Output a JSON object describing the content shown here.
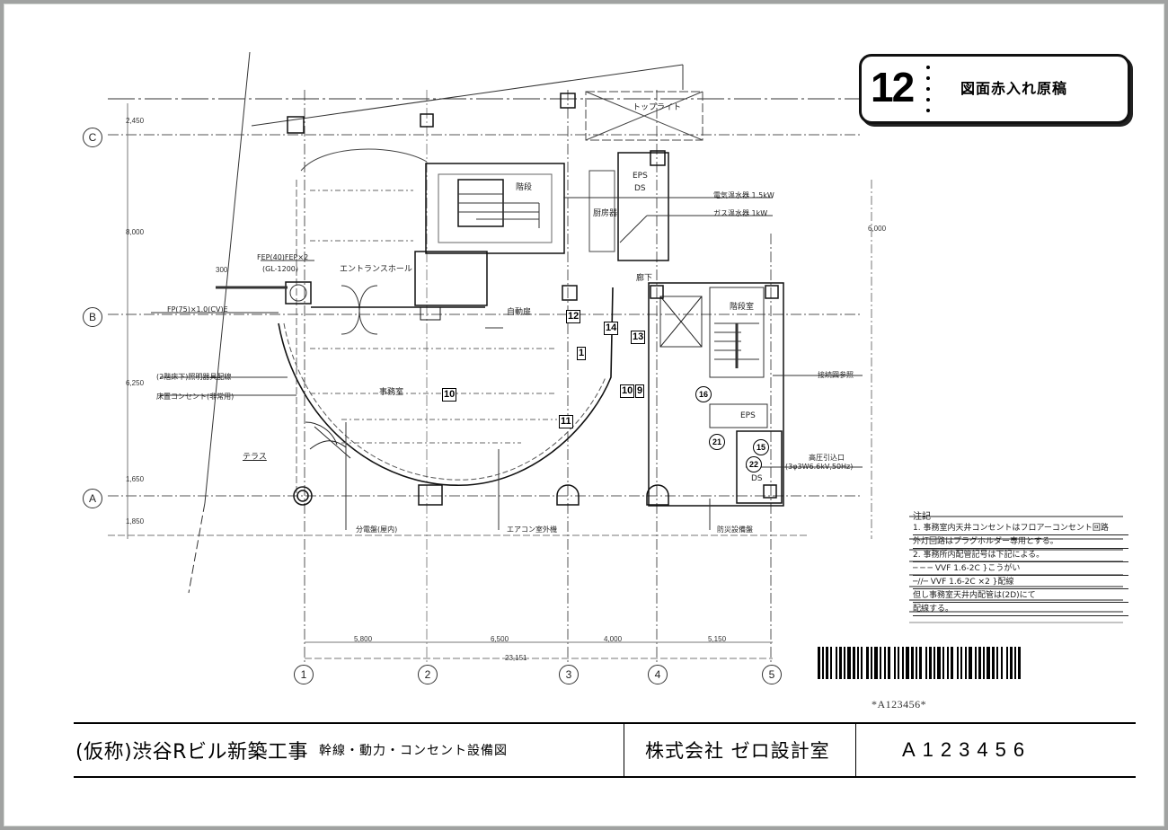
{
  "badge": {
    "number": "12",
    "label": "図面赤入れ原稿"
  },
  "title_block": {
    "project": "(仮称)渋谷Rビル新築工事",
    "drawing_title": "幹線・動力・コンセント設備図",
    "company": "株式会社 ゼロ設計室",
    "drawing_number": "A123456"
  },
  "barcode": {
    "text": "*A123456*"
  },
  "grid": {
    "columns": [
      "1",
      "2",
      "3",
      "4",
      "5"
    ],
    "rows": [
      "C",
      "B",
      "A"
    ],
    "column_spans": [
      "5,800",
      "6,500",
      "4,000",
      "5,150"
    ],
    "column_total": "23,151",
    "row_dims": [
      "2,450",
      "8,000",
      "6,250",
      "1,650",
      "1,850"
    ],
    "right_dim": "6,000",
    "top_left_dim": "300"
  },
  "rooms": {
    "top_light": "トップライト",
    "stair1": "階段",
    "eps_ds": [
      "EPS",
      "DS"
    ],
    "mechanical": "厨房器",
    "entrance_hall": "エントランスホール",
    "office": "事務室",
    "auto_door": "自動扉",
    "stair2": "階段室",
    "eps2": "EPS",
    "ds2": "DS",
    "corridor": "廊下",
    "terrace": "テラス"
  },
  "annotations": {
    "water_heater": "電気温水器 1.5kW",
    "gas_heater": "ガス温水器 1kW",
    "conduit1": "FEP(40)FEP×2",
    "conduit1_sub": "(GL-1200)",
    "cable_b": "FP(75)×1.0(CV)E",
    "wall_note1": "(2階床下)照明器具配線",
    "wall_note2": "床置コンセント(非常用)",
    "connect_ref": "接続図参照",
    "hv_incoming": "高圧引込口",
    "hv_incoming_sub": "(3φ3W6.6kV,50Hz)",
    "bottom_note1": "分電盤(屋内)",
    "bottom_note2": "エアコン室外機",
    "bottom_note3": "防災設備盤"
  },
  "tags": {
    "squares": [
      "1",
      "9",
      "10",
      "10",
      "11",
      "12",
      "13",
      "14"
    ],
    "circles": [
      "15",
      "16",
      "21",
      "22"
    ]
  },
  "notes": {
    "title": "注記",
    "lines": [
      "1. 事務室内天井コンセントはフロアーコンセント回路",
      "   外灯回路はプラグホルダー専用とする。",
      "2. 事務所内配管記号は下記による。",
      "   ─ ─ ─   VVF 1.6-2C     }こうがい",
      "   ─//─    VVF 1.6-2C ×2   }配線",
      "   但し事務室天井内配管は(2D)にて",
      "   配線する。"
    ]
  },
  "colors": {
    "ink": "#000000",
    "paper": "#ffffff",
    "frame": "#a0a2a1"
  }
}
